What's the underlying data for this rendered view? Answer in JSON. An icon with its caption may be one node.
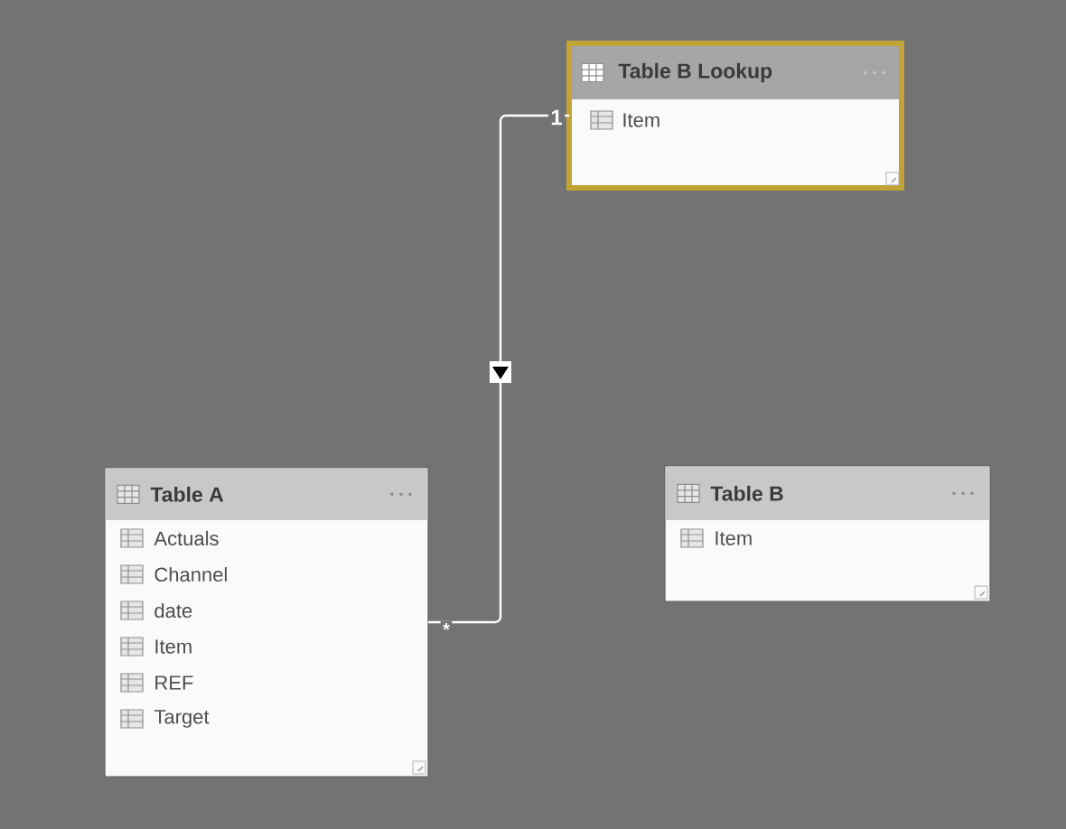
{
  "diagram": {
    "nodes": [
      {
        "text": [
          "Table B Lookup",
          "Item"
        ]
      },
      {
        "text": [
          "Table A",
          "Actuals",
          "Channel",
          "date",
          "Item",
          "REF",
          "Target"
        ]
      },
      {
        "text": [
          "Table B",
          "Item"
        ]
      }
    ],
    "edges": [
      {
        "from": 0,
        "to": 1,
        "arrow": "to"
      }
    ],
    "labels": [
      "1",
      "*"
    ]
  }
}
